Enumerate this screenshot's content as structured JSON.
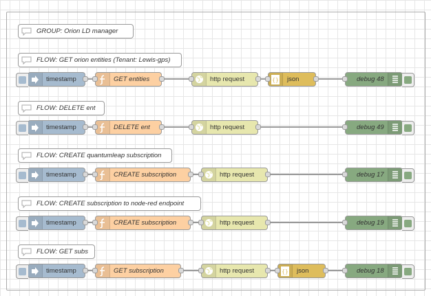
{
  "comments": {
    "group": "GROUP: Orion LD manager",
    "flow1": "FLOW: GET orion entities (Tenant: Lewis-gps)",
    "flow2": "FLOW: DELETE ent",
    "flow3": "FLOW: CREATE quantumleap subscription",
    "flow4": "FLOW: CREATE subscription to node-red endpoint",
    "flow5": "FLOW: GET subs"
  },
  "flows": [
    {
      "inject": "timestamp",
      "function": "GET entities",
      "http": "http request",
      "json": "json",
      "debug": "debug 48"
    },
    {
      "inject": "timestamp",
      "function": "DELETE ent",
      "http": "http request",
      "debug": "debug 49"
    },
    {
      "inject": "timestamp",
      "function": "CREATE subscription",
      "http": "http request",
      "debug": "debug 17"
    },
    {
      "inject": "timestamp",
      "function": "CREATE subscription",
      "http": "http request",
      "debug": "debug 19"
    },
    {
      "inject": "timestamp",
      "function": "GET subscription",
      "http": "http request",
      "json": "json",
      "debug": "debug 18"
    }
  ],
  "colors": {
    "inject": "#a6bbcf",
    "function": "#fdd0a2",
    "http": "#e7e7ae",
    "json": "#debd5c",
    "debug": "#87a980"
  },
  "icons": {
    "inject": "inject-arrow-icon",
    "function": "function-icon",
    "http": "globe-icon",
    "json": "json-braces-icon",
    "debug": "debug-list-icon",
    "comment": "comment-bubble-icon"
  }
}
